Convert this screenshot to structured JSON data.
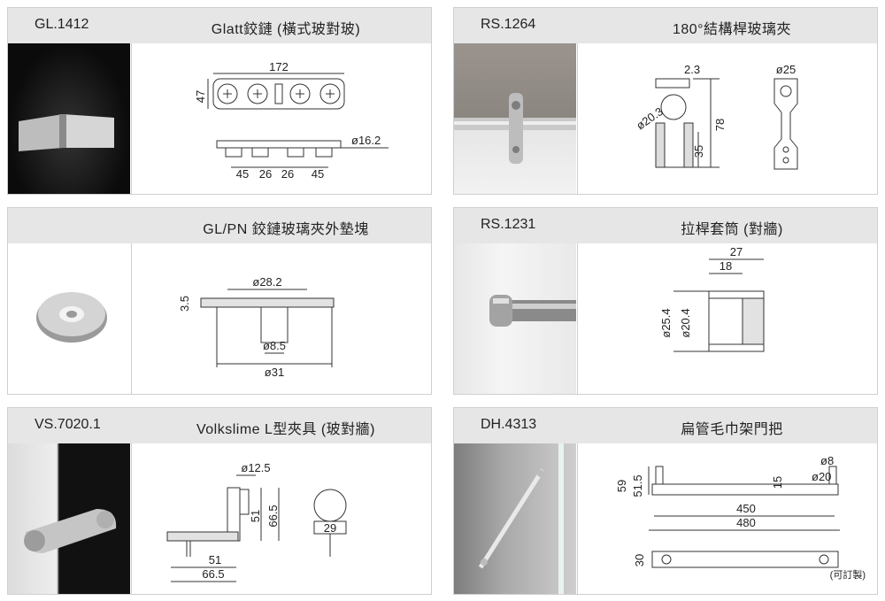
{
  "cards": [
    {
      "code": "GL.1412",
      "title": "Glatt鉸鏈 (橫式玻對玻)",
      "dims": [
        "172",
        "47",
        "ø16.2",
        "45",
        "26",
        "26",
        "45"
      ]
    },
    {
      "code": "RS.1264",
      "title": "180°結構桿玻璃夾",
      "dims": [
        "2.3",
        "ø25",
        "ø20.3",
        "78",
        "35"
      ]
    },
    {
      "code": "",
      "title": "GL/PN 鉸鏈玻璃夾外墊塊",
      "dims": [
        "ø28.2",
        "3.5",
        "ø8.5",
        "ø31"
      ]
    },
    {
      "code": "RS.1231",
      "title": "拉桿套筒 (對牆)",
      "dims": [
        "27",
        "18",
        "ø25.4",
        "ø20.4"
      ]
    },
    {
      "code": "VS.7020.1",
      "title": "Volkslime L型夾具 (玻對牆)",
      "dims": [
        "ø12.5",
        "51",
        "66.5",
        "29",
        "51",
        "66.5"
      ]
    },
    {
      "code": "DH.4313",
      "title": "扁管毛巾架門把",
      "dims": [
        "59",
        "51.5",
        "15",
        "ø8",
        "ø20",
        "450",
        "480",
        "30"
      ],
      "note": "(可訂製)"
    }
  ]
}
